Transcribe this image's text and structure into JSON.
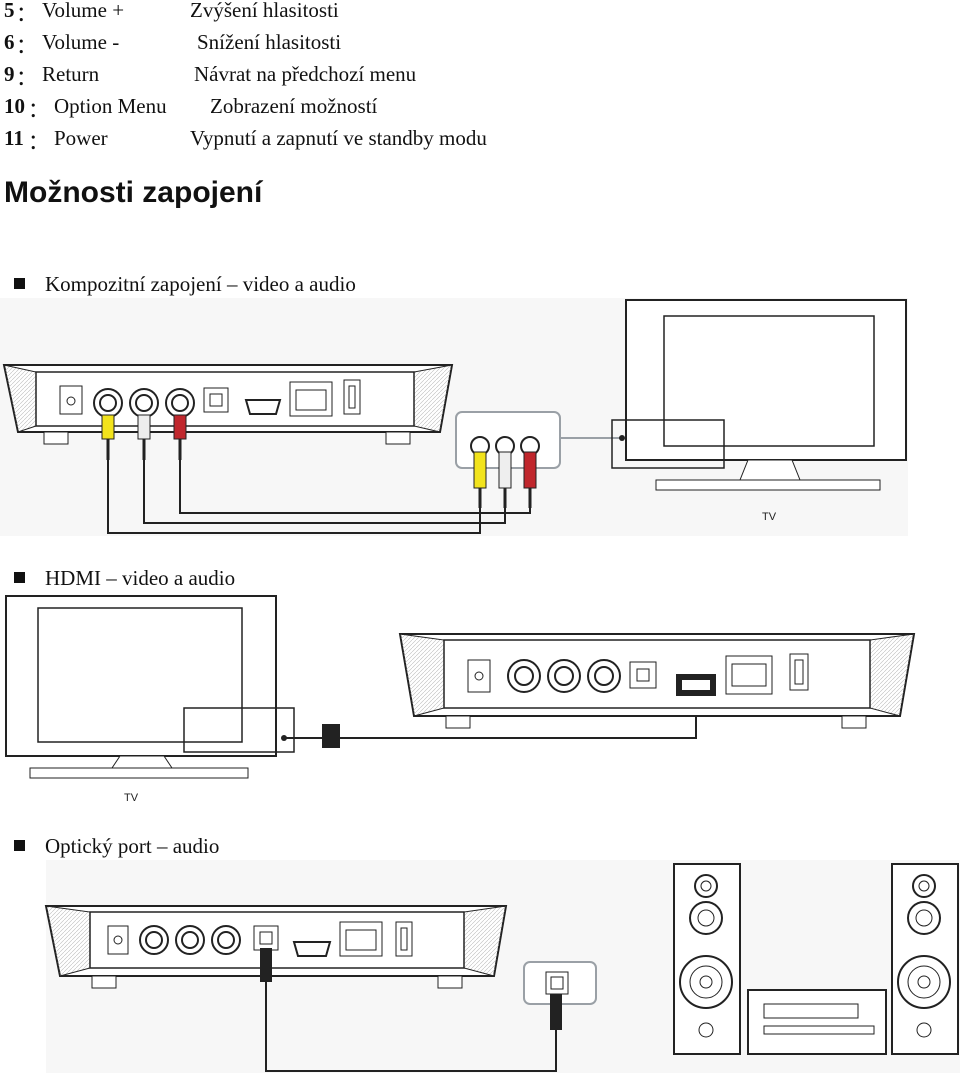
{
  "legend": [
    {
      "num": "5",
      "name": "Volume +",
      "desc": "Zvýšení hlasitosti"
    },
    {
      "num": "6",
      "name": "Volume -",
      "desc": "Snížení hlasitosti"
    },
    {
      "num": "9",
      "name": "Return",
      "desc": "Návrat na předchozí menu"
    },
    {
      "num": "10",
      "name": "Option Menu",
      "desc": "Zobrazení možností"
    },
    {
      "num": "11",
      "name": "Power",
      "desc": "Vypnutí a zapnutí ve standby modu"
    }
  ],
  "separator": "：",
  "heading": "Možnosti zapojení",
  "sections": [
    {
      "title": "Kompozitní zapojení – video a audio",
      "tv_label": "TV"
    },
    {
      "title": "HDMI – video a audio",
      "tv_label": "TV"
    },
    {
      "title": "Optický port – audio"
    }
  ],
  "colors": {
    "yellow": "#f2e31c",
    "red": "#c0272d",
    "white": "#eeeeee",
    "line": "#222222",
    "highlight": "#9aa0a6"
  }
}
